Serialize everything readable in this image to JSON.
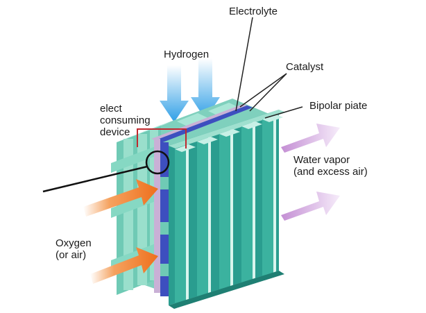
{
  "labels": {
    "electrolyte": "Electrolyte",
    "hydrogen": "Hydrogen",
    "catalyst": "Catalyst",
    "bipolar_plate": "Bipolar piate",
    "device_line1": "elect",
    "device_line2": "consuming",
    "device_line3": "device",
    "water_line1": "Water vapor",
    "water_line2": "(and excess air)",
    "oxygen_line1": "Oxygen",
    "oxygen_line2": "(or air)"
  },
  "colors": {
    "plate_front": "#2a9d8f",
    "plate_light": "#9fe0cf",
    "plate_mid": "#5cc2ab",
    "electrolyte": "#3d4fbf",
    "catalyst": "#c9b0d6",
    "hydrogen_arrow": "#39a9e8",
    "oxygen_arrow": "#f07a2a",
    "vapor_arrow": "#c89ad6",
    "circuit": "#c0282e"
  }
}
